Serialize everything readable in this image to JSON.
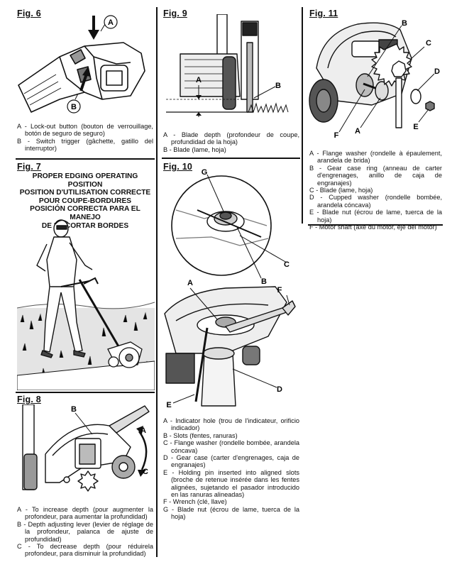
{
  "fig6": {
    "title": "Fig. 6",
    "callouts": [
      "A",
      "B"
    ],
    "captions": [
      "A - Lock-out button (bouton de verrouillage, botón de seguro de seguro)",
      "B - Switch trigger (gâchette, gatillo del interruptor)"
    ]
  },
  "fig7": {
    "title": "Fig. 7",
    "heading": [
      "PROPER EDGING OPERATING POSITION",
      "POSITION D'UTILISATION CORRECTE",
      "POUR COUPE-BORDURES",
      "POSICIÓN CORRECTA PARA EL MANEJO",
      "DE LA CORTAR BORDES"
    ]
  },
  "fig8": {
    "title": "Fig. 8",
    "callouts": [
      "A",
      "B",
      "C"
    ],
    "captions": [
      "A - To increase depth (pour augmenter la profondeur, para aumentar la profundidad)",
      "B - Depth adjusting lever (levier de réglage de la profondeur, palanca de ajuste de profundidad)",
      "C - To decrease depth (pour réduirela profondeur, para disminuir la profundidad)"
    ]
  },
  "fig9": {
    "title": "Fig. 9",
    "callouts": [
      "A",
      "B"
    ],
    "captions": [
      "A - Blade depth (profondeur de coupe, profundidad de la hoja)",
      "B - Blade (lame, hoja)"
    ]
  },
  "fig10": {
    "title": "Fig. 10",
    "callouts": [
      "G",
      "C",
      "B",
      "A",
      "F",
      "D",
      "E"
    ],
    "captions": [
      "A - Indicator hole (trou de l'indicateur, orificio indicador)",
      "B - Slots (fentes, ranuras)",
      "C - Flange washer (rondelle bombée, arandela cóncava)",
      "D - Gear case (carter d'engrenages, caja de engranajes)",
      "E - Holding pin inserted into aligned slots (broche de retenue insérée dans les fentes alignées, sujetando el pasador introducido en las ranuras alineadas)",
      "F - Wrench (clé, llave)",
      "G - Blade nut (écrou de lame, tuerca de la hoja)"
    ]
  },
  "fig11": {
    "title": "Fig. 11",
    "callouts": [
      "B",
      "C",
      "D",
      "E",
      "A",
      "F"
    ],
    "captions": [
      "A - Flange washer (rondelle à épaulement, arandela de brida)",
      "B - Gear case ring (anneau de carter d'engrenages, anillo de caja de engranajes)",
      "C - Blade (lame, hoja)",
      "D - Cupped washer (rondelle bombée, arandela cóncava)",
      "E - Blade nut (écrou de lame, tuerca de la hoja)",
      "F - Motor shaft (axe du motor, eje del motor)"
    ]
  }
}
